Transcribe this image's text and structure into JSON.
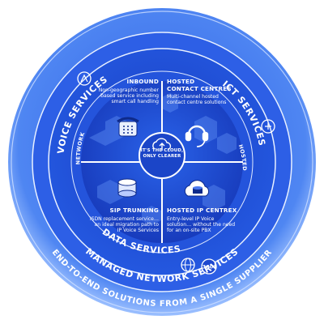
{
  "ring_outer": {
    "end_to_end": "END-TO-END SOLUTIONS FROM A SINGLE SUPPLIER",
    "managed_network": "MANAGED NETWORK SERVICES"
  },
  "ring_middle": {
    "voice": "VOICE SERVICES",
    "ict": "ICT SERVICES",
    "data": "DATA SERVICES"
  },
  "ring_inner": {
    "network": "NETWORK",
    "hosted": "HOSTED"
  },
  "center": {
    "line1": "IT'S THE CLOUD,",
    "line2": "ONLY CLEARER"
  },
  "quadrants": {
    "inbound": {
      "title": "INBOUND",
      "body": "Non-geographic number based service including smart call handling"
    },
    "hosted_cc": {
      "title1": "HOSTED",
      "title2": "CONTACT CENTRES",
      "body": "Multi-channel hosted contact centre solutions"
    },
    "sip": {
      "title": "SIP TRUNKING",
      "body": "ISDN replacement service… an ideal migration path to IP Voice Services"
    },
    "ipcentrex": {
      "title": "HOSTED IP CENTREX",
      "body": "Entry-level IP Voice solution… without the need for an on-site PBX"
    }
  },
  "badge": "360°",
  "colors": {
    "outer_ring": "#5b8ff0",
    "middle_ring": "#1f4fd6",
    "inner_ring": "#2a5de4",
    "core": "#1944c9",
    "text": "#ffffff"
  }
}
